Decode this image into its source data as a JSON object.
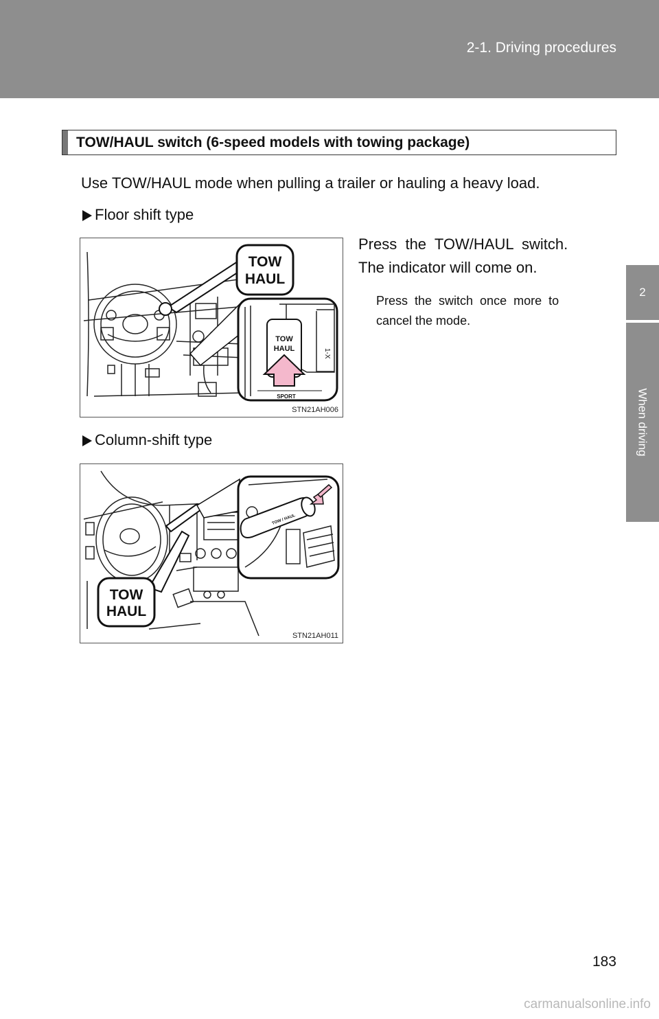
{
  "header": {
    "title": "2-1. Driving procedures"
  },
  "side_tab": {
    "number": "2",
    "label": "When driving"
  },
  "section": {
    "title": "TOW/HAUL switch (6-speed models with towing package)"
  },
  "intro": "Use TOW/HAUL mode when pulling a trailer or hauling a heavy load.",
  "floor": {
    "heading": "Floor shift type",
    "instruction_line1": "Press  the  TOW/HAUL  switch.",
    "instruction_line2": "The indicator will come on.",
    "note_line1": "Press  the  switch  once  more  to",
    "note_line2": "cancel the mode.",
    "figure_code": "STN21AH006",
    "callout_line1": "TOW",
    "callout_line2": "HAUL",
    "button_line1": "TOW",
    "button_line2": "HAUL",
    "sport_label": "SPORT"
  },
  "column": {
    "heading": "Column-shift type",
    "figure_code": "STN21AH011",
    "callout_line1": "TOW",
    "callout_line2": "HAUL",
    "lever_label": "TOW / HAUL"
  },
  "page_number": "183",
  "watermark": "carmanualsonline.info",
  "colors": {
    "header_gray": "#8e8e8e",
    "arrow_pink": "#f4b8cc"
  }
}
